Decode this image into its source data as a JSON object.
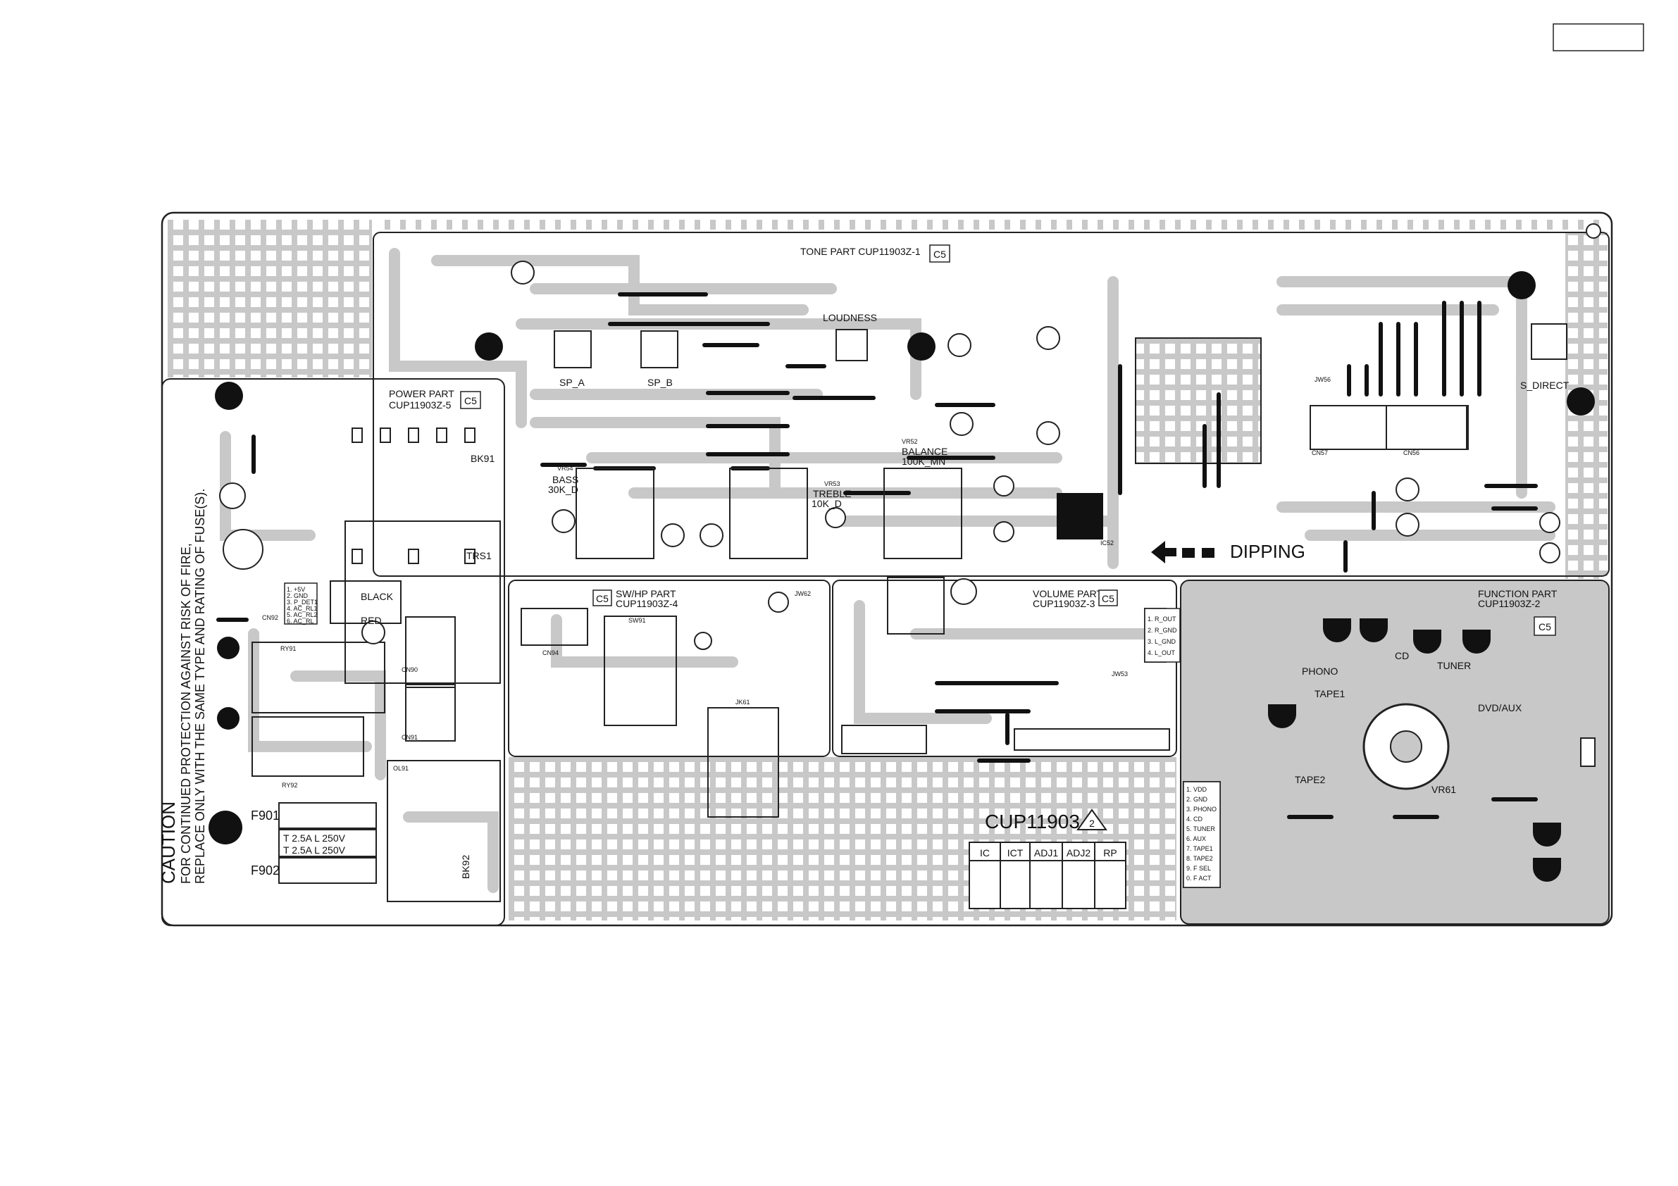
{
  "corner_box": "",
  "board": {
    "tone_part": "TONE PART   CUP11903Z-1",
    "power_part_line1": "POWER PART",
    "power_part_line2": "CUP11903Z-5",
    "sw_hp_part_line1": "SW/HP PART",
    "sw_hp_part_line2": "CUP11903Z-4",
    "volume_part_line1": "VOLUME PART",
    "volume_part_line2": "CUP11903Z-3",
    "function_part_line1": "FUNCTION PART",
    "function_part_line2": "CUP11903Z-2",
    "c5": "C5",
    "board_id": "CUP11903",
    "revision": "2",
    "dipping": "DIPPING",
    "caution_title": "CAUTION",
    "caution_line1": "FOR CONTINUED PROTECTION AGAINST RISK OF FIRE,",
    "caution_line2": "REPLACE ONLY WITH THE SAME TYPE AND RATING OF FUSE(S)."
  },
  "fuses": {
    "f901": "F901",
    "f902": "F902",
    "rating1": "T 2.5A L 250V",
    "rating2": "T 2.5A L 250V"
  },
  "check_table": [
    "IC",
    "ICT",
    "ADJ1",
    "ADJ2",
    "RP"
  ],
  "controls": {
    "loudness": "LOUDNESS",
    "sp_a": "SP_A",
    "sp_b": "SP_B",
    "s_direct": "S_DIRECT",
    "bass_line1": "BASS",
    "bass_line2": "30K_D",
    "treble_line1": "TREBLE",
    "treble_line2": "10K_D",
    "balance_line1": "BALANCE",
    "balance_line2": "100K_MN",
    "vr52": "VR52",
    "vr53": "VR53",
    "vr54": "VR54",
    "vr61": "VR61"
  },
  "function_leds": {
    "phono": "PHONO",
    "cd": "CD",
    "tuner": "TUNER",
    "tape1": "TAPE1",
    "tape2": "TAPE2",
    "dvd_aux": "DVD/AUX"
  },
  "power_labels": {
    "trs1": "TRS1",
    "bk91": "BK91",
    "bk92": "BK92",
    "ry91": "RY91",
    "ry92": "RY92",
    "cn90": "CN90",
    "cn91": "CN91",
    "cn92": "CN92",
    "ol91": "OL91",
    "black": "BLACK",
    "red": "RED"
  },
  "misc_labels": {
    "jk61": "JK61",
    "sw91": "SW91",
    "cn94": "CN94",
    "cn56": "CN56",
    "cn57": "CN57",
    "jw62": "JW62",
    "jw53": "JW53",
    "jw56": "JW56",
    "ic52": "IC52"
  },
  "function_pinout": [
    "1. VDD",
    "2. GND",
    "3. PHONO",
    "4. CD",
    "5. TUNER",
    "6. AUX",
    "7. TAPE1",
    "8. TAPE2",
    "9. F SEL",
    "0. F ACT"
  ],
  "volume_pinout": [
    "1. R_OUT",
    "2. R_GND",
    "3. L_GND",
    "4. L_OUT"
  ],
  "power_pinout": [
    "1. +5V",
    "2. GND",
    "3. P_DET1",
    "4. AC_RL1",
    "5. AC_RL2",
    "6. AC_RL"
  ],
  "colors": {
    "copper": "#c8c8c8",
    "silk": "#111111",
    "board_edge": "#222222",
    "function_fill": "#c8c8c8"
  }
}
